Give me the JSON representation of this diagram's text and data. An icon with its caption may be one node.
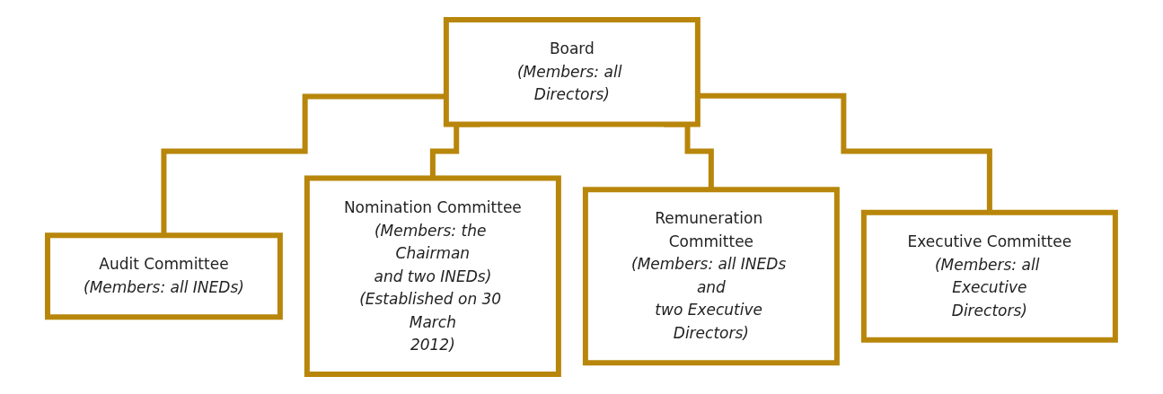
{
  "diagram": {
    "nodes": [
      {
        "text": [
          "Board",
          "(Members: all Directors)"
        ]
      },
      {
        "text": [
          "Audit Committee",
          "(Members: all INEDs)"
        ]
      },
      {
        "text": [
          "Nomination Committee",
          "(Members: the Chairman and two INEDs)",
          "(Established on 30 March 2012)"
        ]
      },
      {
        "text": [
          "Remuneration Committee",
          "(Members: all INEDs and two Executive Directors)"
        ]
      },
      {
        "text": [
          "Executive Committee",
          "(Members: all Executive Directors)"
        ]
      }
    ],
    "edges": [
      {
        "from": 0,
        "to": 1,
        "arrow": "none"
      },
      {
        "from": 0,
        "to": 2,
        "arrow": "none"
      },
      {
        "from": 0,
        "to": 3,
        "arrow": "none"
      },
      {
        "from": 0,
        "to": 4,
        "arrow": "none"
      }
    ]
  }
}
